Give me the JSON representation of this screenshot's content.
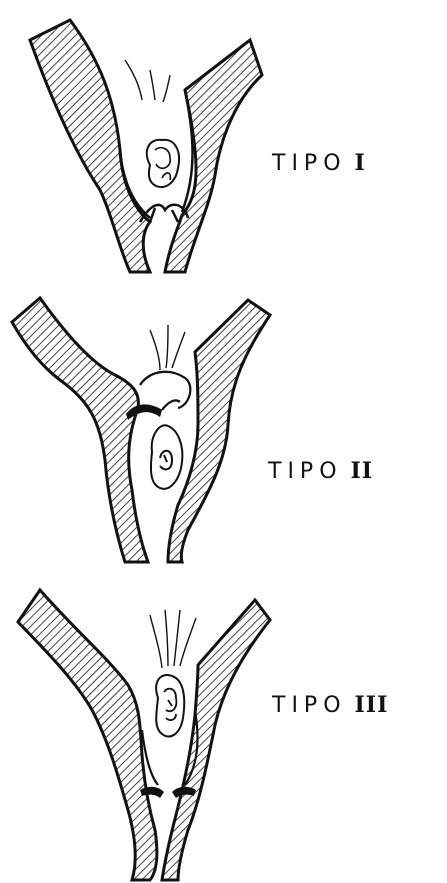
{
  "figure": {
    "panels": [
      {
        "word": "TIPO",
        "numeral": "I"
      },
      {
        "word": "TIPO",
        "numeral": "II"
      },
      {
        "word": "TIPO",
        "numeral": "III"
      }
    ]
  },
  "colors": {
    "ink": "#111111",
    "paper": "#ffffff"
  }
}
